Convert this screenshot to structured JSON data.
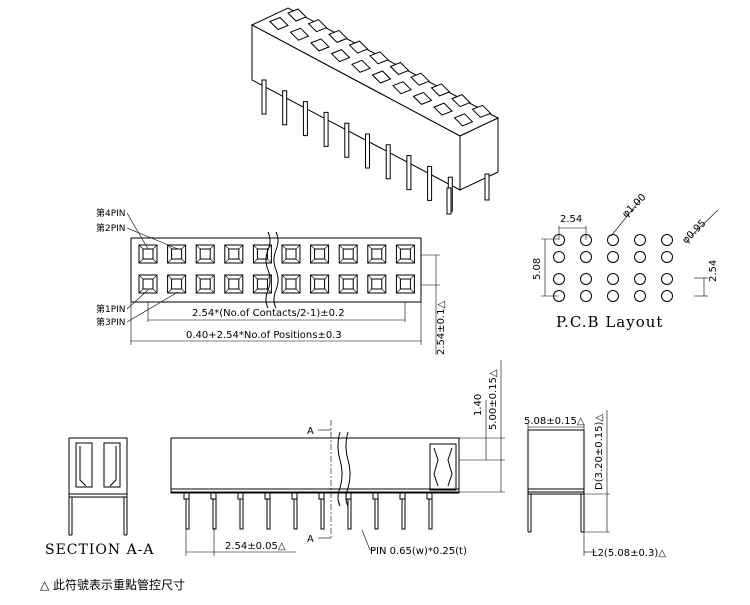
{
  "labels": {
    "pin4": "第4PIN",
    "pin2": "第2PIN",
    "pin1": "第1PIN",
    "pin3": "第3PIN",
    "dim_contacts": "2.54*(No.of Contacts/2-1)±0.2",
    "dim_positions": "0.40+2.54*No.of Positions±0.3",
    "dim_row_pitch": "2.54±0.1△",
    "pcb_pitch": "2.54",
    "pcb_hole_a": "φ1.00",
    "pcb_hole_b": "φ0.95",
    "pcb_row_sep": "5.08",
    "pcb_row_pitch": "2.54",
    "pcb_title": "P.C.B Layout",
    "section_title": "SECTION A-A",
    "section_mark_top": "A",
    "section_mark_bottom": "A",
    "dim_140": "1.40",
    "dim_height": "5.00±0.15△",
    "dim_side_width": "5.08±0.15△",
    "dim_side_d": "D(3.20±0.15)△",
    "dim_pitch_bottom": "2.54±0.05△",
    "pin_spec": "PIN 0.65(w)*0.25(t)",
    "dim_l2": "L2(5.08±0.3)△",
    "footnote": "△ 此符號表示重點管控尺寸"
  }
}
